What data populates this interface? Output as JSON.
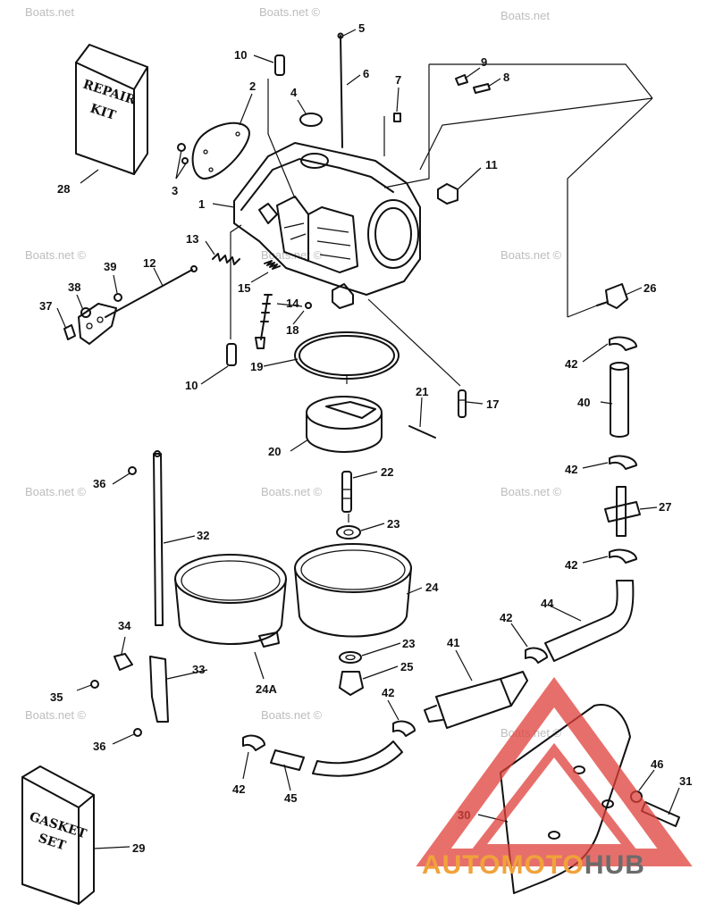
{
  "watermarks": [
    "Boats.net",
    "Boats.net",
    "Boats.net ©",
    "Boats.net ©",
    "Boats.net ©",
    "Boats.net ©",
    "Boats.net ©",
    "Boats.net ©",
    "Boats.net ©",
    "Boats.net ©",
    "Boats.net ©",
    "Boats.net ©"
  ],
  "kits": {
    "repair_line1": "REPAIR",
    "repair_line2": "KIT",
    "gasket_line1": "GASKET",
    "gasket_line2": "SET"
  },
  "part_labels": {
    "p1": "1",
    "p2": "2",
    "p3": "3",
    "p4": "4",
    "p5": "5",
    "p6": "6",
    "p7": "7",
    "p8": "8",
    "p9": "9",
    "p10a": "10",
    "p10b": "10",
    "p11": "11",
    "p12": "12",
    "p13": "13",
    "p14": "14",
    "p15": "15",
    "p17": "17",
    "p18": "18",
    "p19": "19",
    "p20": "20",
    "p21": "21",
    "p22": "22",
    "p23a": "23",
    "p23b": "23",
    "p24": "24",
    "p24a": "24A",
    "p25": "25",
    "p26": "26",
    "p27": "27",
    "p28": "28",
    "p29": "29",
    "p30": "30",
    "p31": "31",
    "p32": "32",
    "p33": "33",
    "p34": "34",
    "p35": "35",
    "p36a": "36",
    "p36b": "36",
    "p37": "37",
    "p38": "38",
    "p39": "39",
    "p40": "40",
    "p41": "41",
    "p42a": "42",
    "p42b": "42",
    "p42c": "42",
    "p42d": "42",
    "p42e": "42",
    "p42f": "42",
    "p44": "44",
    "p45": "45",
    "p46": "46"
  },
  "logo": {
    "part1": "AUTOMOTO",
    "part2": "HUB",
    "color_orange": "#f0a23a",
    "color_gray": "#6b6b6b",
    "color_red": "#e0403a"
  }
}
